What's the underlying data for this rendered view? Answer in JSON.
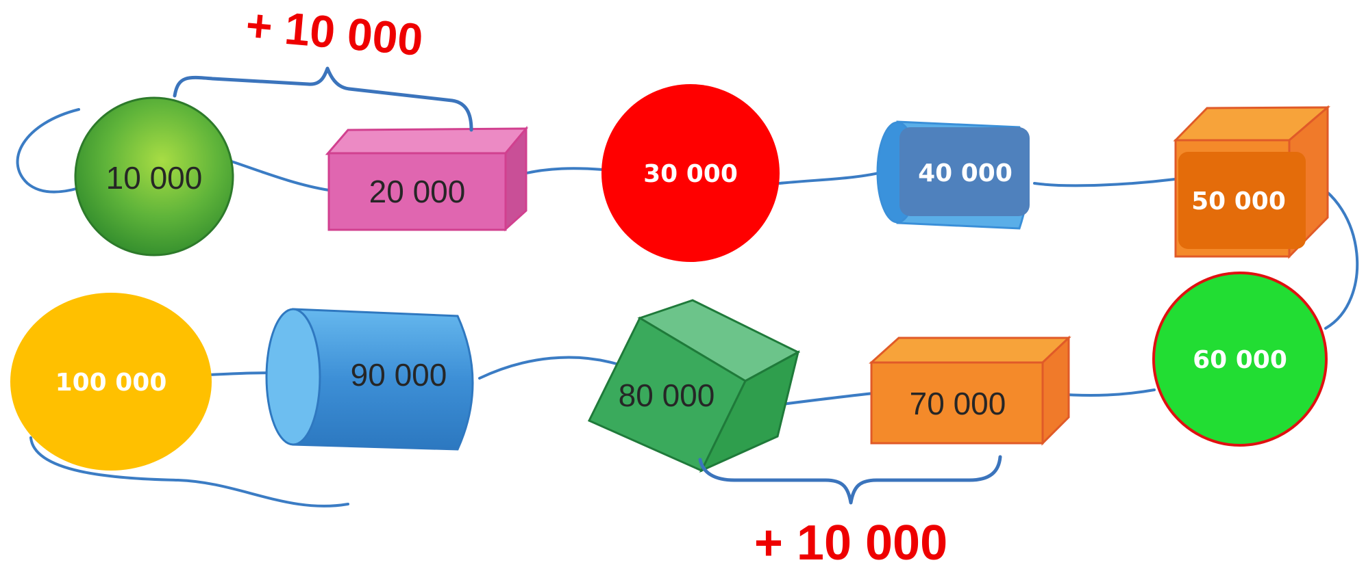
{
  "step_top": "+ 10 000",
  "step_bottom": "+ 10 000",
  "beads": [
    {
      "label": "10 000",
      "shape": "sphere",
      "color": "#5fb43a"
    },
    {
      "label": "20 000",
      "shape": "box",
      "color": "#e066b0"
    },
    {
      "label": "30 000",
      "shape": "circle",
      "color": "#ff0000"
    },
    {
      "label": "40 000",
      "shape": "cylinder",
      "color": "#4f81bd"
    },
    {
      "label": "50 000",
      "shape": "cube",
      "color": "#e46c0a"
    },
    {
      "label": "60 000",
      "shape": "circle",
      "color": "#22dd33"
    },
    {
      "label": "70 000",
      "shape": "box",
      "color": "#f48a2a"
    },
    {
      "label": "80 000",
      "shape": "cube",
      "color": "#3aaa5c"
    },
    {
      "label": "90 000",
      "shape": "cylinder",
      "color": "#3d8fd6"
    },
    {
      "label": "100 000",
      "shape": "ellipse",
      "color": "#ffc000"
    }
  ],
  "colors": {
    "string": "#3b7cc4",
    "brace": "#3b74bc",
    "step_label": "#ee0000"
  }
}
